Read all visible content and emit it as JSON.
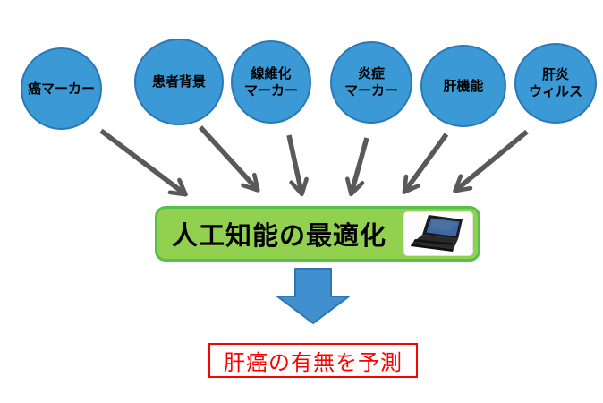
{
  "diagram": {
    "inputs": [
      {
        "label": "癌マーカー"
      },
      {
        "label": "患者背景"
      },
      {
        "label": "線維化\nマーカー"
      },
      {
        "label": "炎症\nマーカー"
      },
      {
        "label": "肝機能"
      },
      {
        "label": "肝炎\nウィルス"
      }
    ],
    "process_box": {
      "label": "人工知能の最適化",
      "icon": "laptop-icon"
    },
    "result_box": {
      "label": "肝癌の有無を予測"
    },
    "colors": {
      "circle_fill": "#3B99D6",
      "circle_border": "#2979B8",
      "process_fill": "#92D050",
      "process_border": "#56C04C",
      "converge_arrow": "#595959",
      "down_arrow_fill": "#4090D0",
      "down_arrow_border": "#2E75B6",
      "result_accent": "#FF0000"
    }
  }
}
